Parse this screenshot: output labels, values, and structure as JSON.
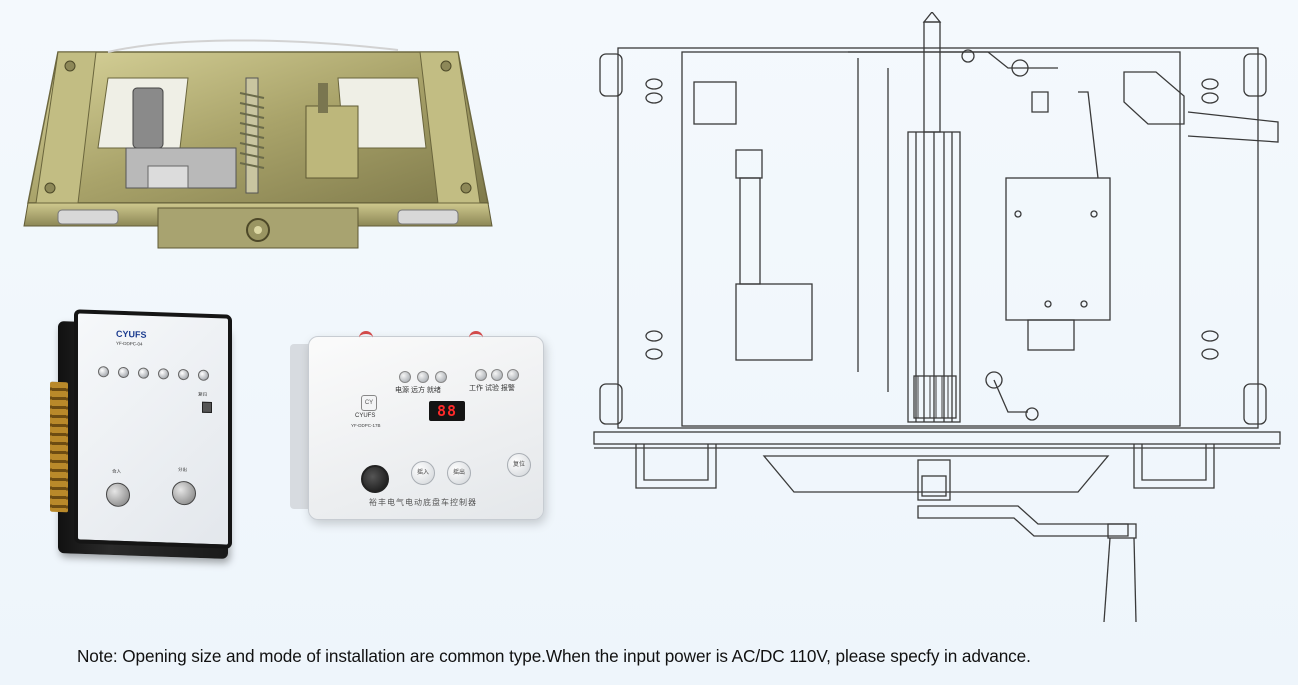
{
  "note": "Note: Opening size and mode of installation are common type.When the input power is AC/DC 110V, please specfy in advance.",
  "controller_a": {
    "brand": "CYUFS",
    "model": "YF-DDPC-04",
    "btn_close": "合入",
    "btn_open": "分出",
    "reset_label": "复归"
  },
  "controller_b": {
    "model": "YF-DDPC-17B",
    "brand": "CYUFS",
    "labels_left": "电源 远方 就绪",
    "labels_right": "工作 试验 报警",
    "display": "88",
    "btn_in": "摇入",
    "btn_out": "摇出",
    "btn_reset": "复位",
    "footer": "裕丰电气电动底盘车控制器"
  },
  "colors": {
    "metal": "#b8b27a",
    "line": "#3a3a3a",
    "led_red": "#ff2a2a"
  }
}
